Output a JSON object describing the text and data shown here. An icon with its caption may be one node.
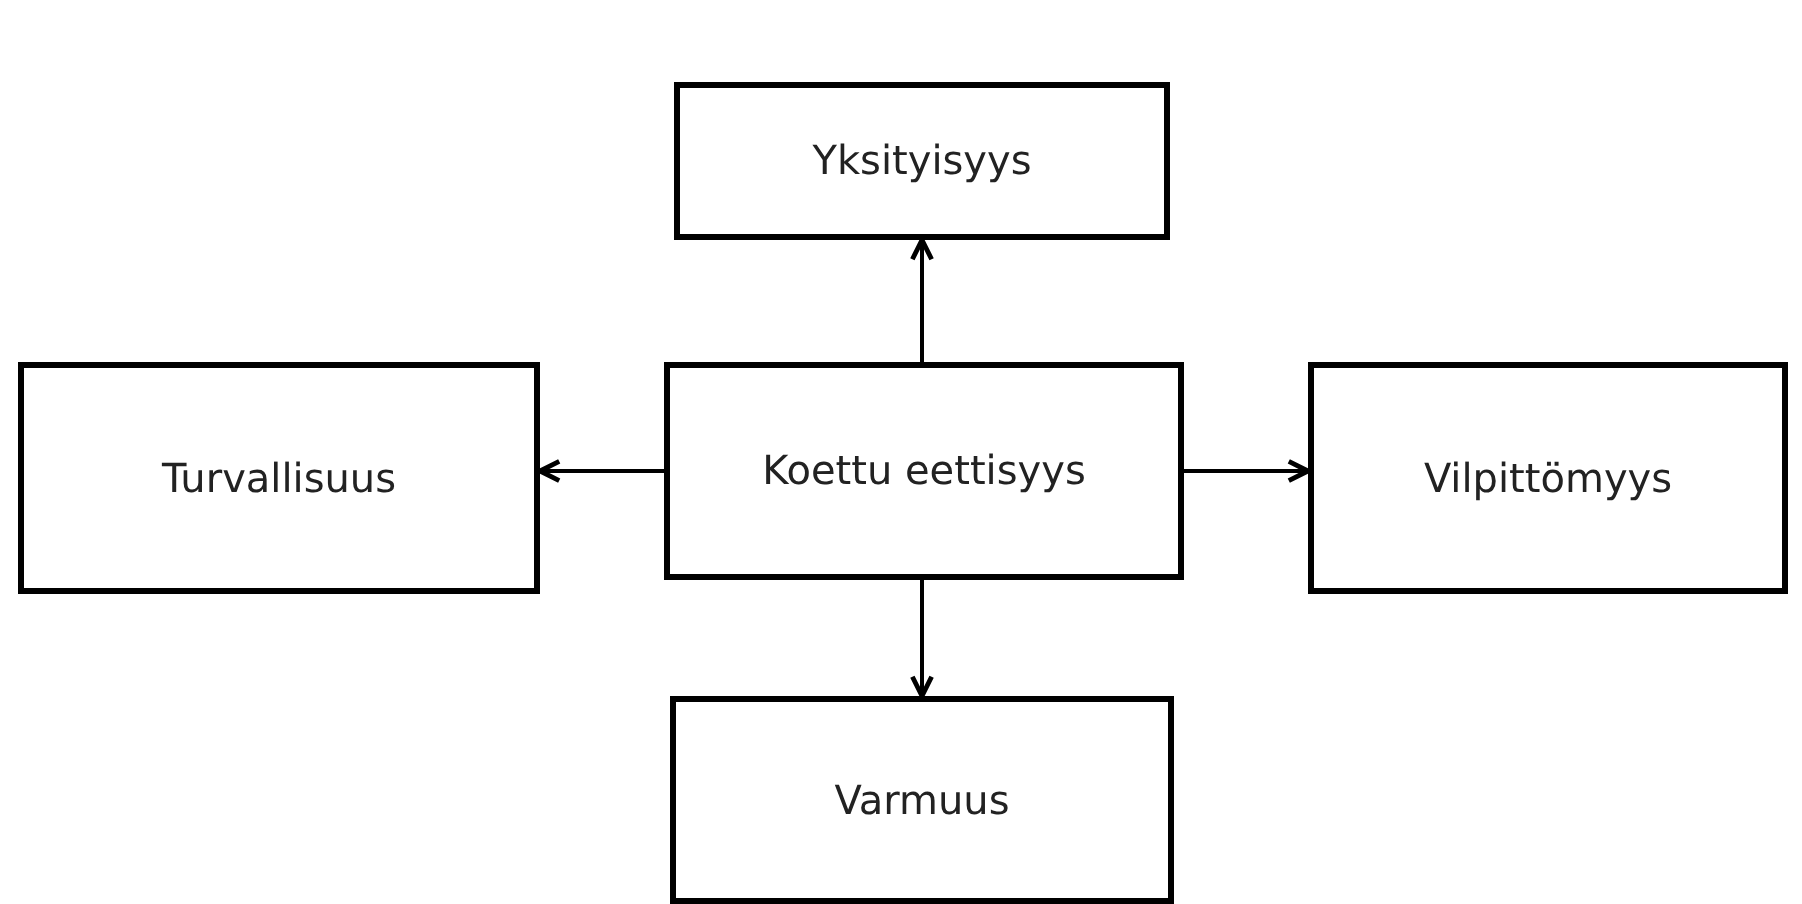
{
  "diagram": {
    "nodes": [
      {
        "text": [
          "Koettu eettisyys"
        ]
      },
      {
        "text": [
          "Yksityisyys"
        ]
      },
      {
        "text": [
          "Turvallisuus"
        ]
      },
      {
        "text": [
          "Vilpittömyys"
        ]
      },
      {
        "text": [
          "Varmuus"
        ]
      }
    ],
    "edges": [
      {
        "from": 0,
        "to": 1,
        "arrow": "to"
      },
      {
        "from": 0,
        "to": 2,
        "arrow": "to"
      },
      {
        "from": 0,
        "to": 3,
        "arrow": "to"
      },
      {
        "from": 0,
        "to": 4,
        "arrow": "to"
      }
    ]
  }
}
